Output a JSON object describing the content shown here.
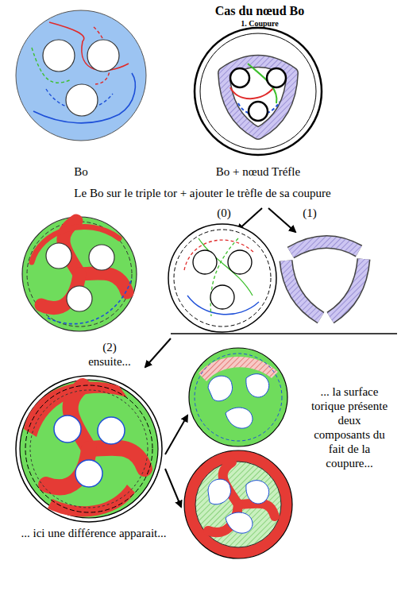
{
  "diagram": {
    "title": "Cas du nœud Bo",
    "labels": [
      "1. Coupure",
      "Bo",
      "Bo + nœud Tréfle",
      "Le Bo sur le triple tor + ajouter le trèfle de sa coupure",
      "(0)",
      "(1)",
      "(2)",
      "ensuite...",
      "... ici une différence apparait...",
      "... la surface torique présente deux composants du fait de la coupure..."
    ]
  }
}
